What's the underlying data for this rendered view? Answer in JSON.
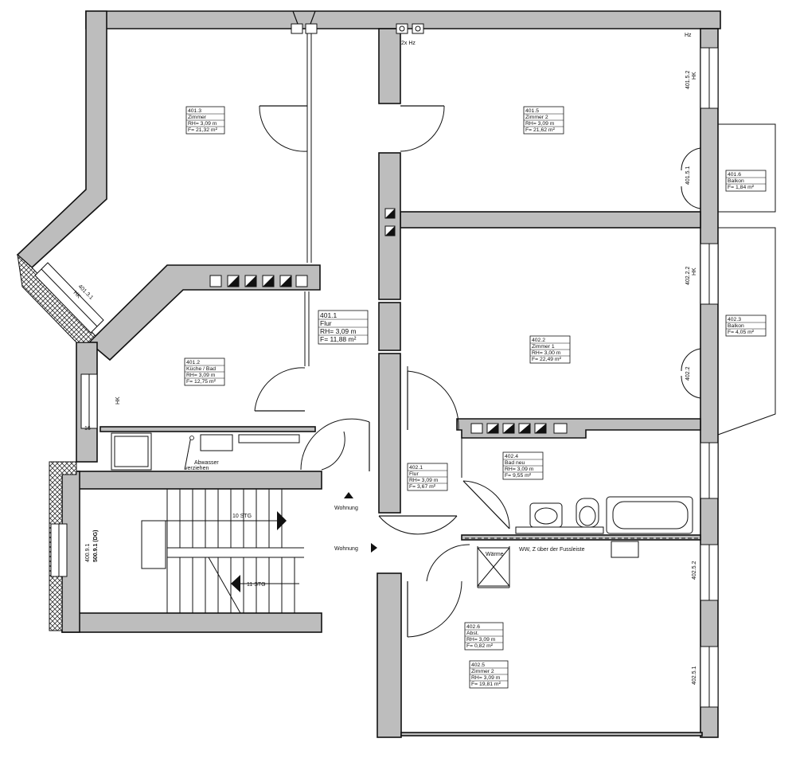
{
  "plan": {
    "rooms": [
      {
        "key": "r4013",
        "lines": [
          "401.3",
          "Zimmer",
          "RH= 3,09 m",
          "F= 21,32 m²"
        ]
      },
      {
        "key": "r4015",
        "lines": [
          "401.5",
          "Zimmer 2",
          "RH= 3,09 m",
          "F= 21,62 m²"
        ]
      },
      {
        "key": "r4016",
        "lines": [
          "401.6",
          "Balkon",
          "F= 1,84 m²"
        ]
      },
      {
        "key": "r4011",
        "lines": [
          "401.1",
          "Flur",
          "RH= 3,09 m",
          "F= 11,88 m²"
        ]
      },
      {
        "key": "r4012",
        "lines": [
          "401.2",
          "Küche / Bad",
          "RH= 3,09 m",
          "F= 12,75 m²"
        ]
      },
      {
        "key": "r4022",
        "lines": [
          "402.2",
          "Zimmer 1",
          "RH= 3,00 m",
          "F= 22,49 m²"
        ]
      },
      {
        "key": "r4023",
        "lines": [
          "402.3",
          "Balkon",
          "F= 4,05 m²"
        ]
      },
      {
        "key": "r4024",
        "lines": [
          "402.4",
          "Bad neu",
          "RH= 3,09 m",
          "F= 9,55 m²"
        ]
      },
      {
        "key": "r4021",
        "lines": [
          "402.1",
          "Flur",
          "RH= 3,09 m",
          "F= 3,67 m²"
        ]
      },
      {
        "key": "r4026",
        "lines": [
          "402.6",
          "Abst.",
          "RH= 3,09 m",
          "F= 0,82 m²"
        ]
      },
      {
        "key": "r4025",
        "lines": [
          "402.5",
          "Zimmer 2",
          "RH= 3,09 m",
          "F= 19,81 m²"
        ]
      }
    ],
    "window_tags": {
      "w4015_2": "401.5.2",
      "w4015_1": "401.5.1",
      "w4022_2": "402.2.2",
      "w4022": "402.2",
      "w4025_2": "402.5.2",
      "w4025_1": "402.5.1",
      "w4013": "401.3.1",
      "w4009": "400.9.1",
      "w5009": "500.9.1 (DG)"
    },
    "hk": "HK",
    "hz": "Hz",
    "two_hz": "2x Hz",
    "dim_16": "16",
    "stairs": {
      "upper": "10 STG",
      "lower": "11 STG"
    },
    "wohnung_top": "Wohnung",
    "wohnung_bottom": "Wohnung",
    "abwasser": [
      "Abwasser",
      "verziehen"
    ],
    "ww_note": "WW, Z über der Fussleiste",
    "warme": "Wärme"
  }
}
